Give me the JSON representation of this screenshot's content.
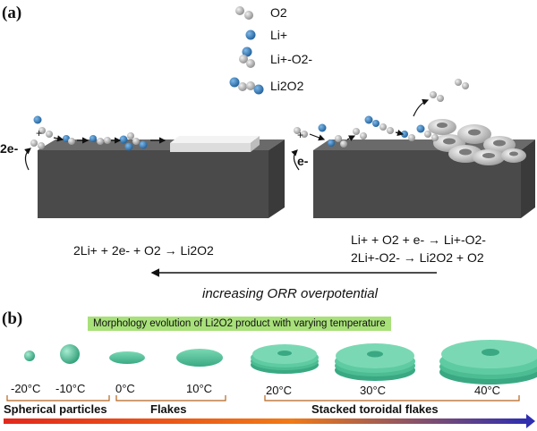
{
  "panel_a": {
    "label": "(a)",
    "legend": [
      "O2",
      "Li+",
      "Li+-O2-",
      "Li2O2"
    ],
    "left_charge": "2e-",
    "right_charge": "e-",
    "plus_sign": "+",
    "equation_left": "2Li+ + 2e- + O2 → Li2O2",
    "equation_right_1": "Li+ + O2 + e- → Li+-O2-",
    "equation_right_2": "2Li+-O2- → Li2O2 + O2",
    "arrow_caption": "increasing ORR overpotential"
  },
  "panel_b": {
    "label": "(b)",
    "banner": "Morphology evolution of Li2O2 product with varying temperature",
    "temperatures": [
      "-20°C",
      "-10°C",
      "0°C",
      "10°C",
      "20°C",
      "30°C",
      "40°C"
    ],
    "categories": [
      "Spherical particles",
      "Flakes",
      "Stacked toroidal flakes"
    ]
  },
  "colors": {
    "oxygen": "#b9b9b9",
    "lithium": "#2f7fc1",
    "electrode": "#4a4a4a",
    "product": "#55c9a0",
    "banner": "#a8e07a"
  }
}
